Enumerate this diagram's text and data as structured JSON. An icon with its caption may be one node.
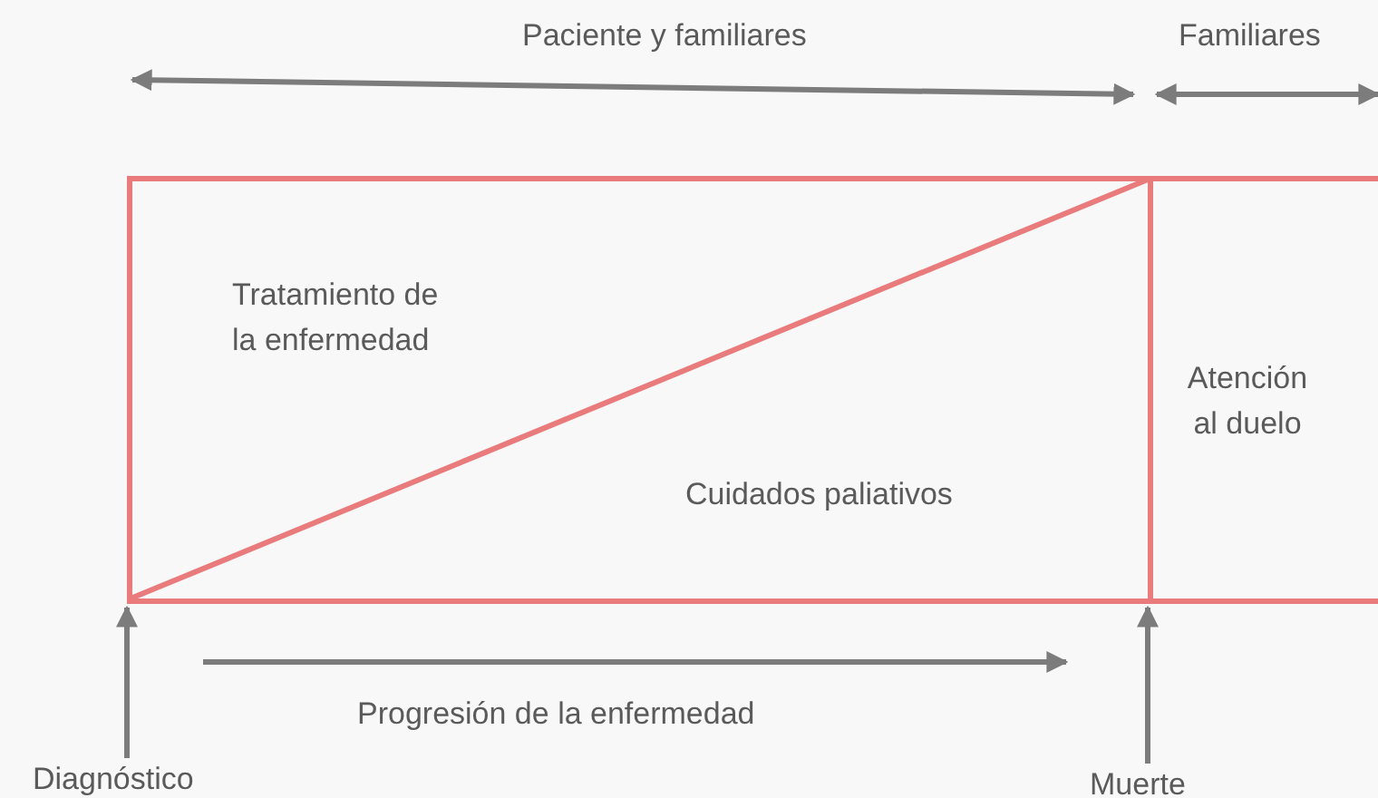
{
  "diagram": {
    "nodes": [
      {
        "text": [
          "Tratamiento de la enfermedad",
          "Cuidados paliativos"
        ]
      },
      {
        "text": [
          "Atención al duelo"
        ]
      },
      {
        "text": [
          "Diagnóstico"
        ]
      },
      {
        "text": [
          "Muerte"
        ]
      }
    ],
    "edges": [
      {
        "from": 2,
        "to": 0,
        "arrow": "to"
      },
      {
        "from": 3,
        "to": 1,
        "arrow": "to"
      }
    ],
    "labels": [
      "Paciente y familiares",
      "Familiares",
      "Progresión de la enfermedad"
    ]
  }
}
